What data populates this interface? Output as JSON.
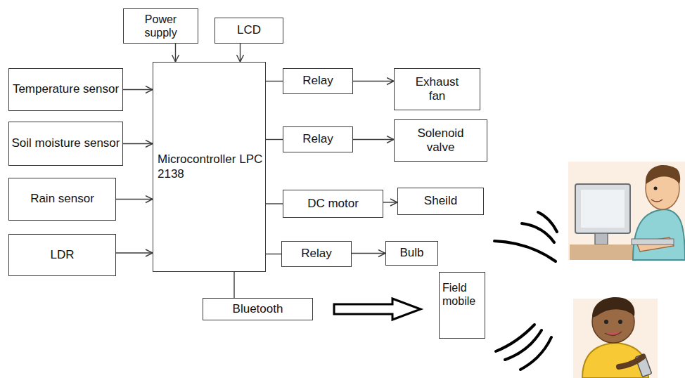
{
  "diagram": {
    "nodes": [
      {
        "text": [
          "Power supply"
        ]
      },
      {
        "text": [
          "LCD"
        ]
      },
      {
        "text": [
          "Temperature sensor"
        ]
      },
      {
        "text": [
          "Soil moisture sensor"
        ]
      },
      {
        "text": [
          "Rain sensor"
        ]
      },
      {
        "text": [
          "LDR"
        ]
      },
      {
        "text": [
          "Microcontroller LPC 2138"
        ]
      },
      {
        "text": [
          "Relay"
        ]
      },
      {
        "text": [
          "Exhaust fan"
        ]
      },
      {
        "text": [
          "Relay"
        ]
      },
      {
        "text": [
          "Solenoid valve"
        ]
      },
      {
        "text": [
          "DC motor"
        ]
      },
      {
        "text": [
          "Sheild"
        ]
      },
      {
        "text": [
          "Relay"
        ]
      },
      {
        "text": [
          "Bulb"
        ]
      },
      {
        "text": [
          "Bluetooth"
        ]
      },
      {
        "text": [
          "Field mobile"
        ]
      }
    ],
    "edges": [
      {
        "from": 0,
        "to": 6,
        "arrow": "to"
      },
      {
        "from": 1,
        "to": 6,
        "arrow": "to"
      },
      {
        "from": 2,
        "to": 6,
        "arrow": "to"
      },
      {
        "from": 3,
        "to": 6,
        "arrow": "to"
      },
      {
        "from": 4,
        "to": 6,
        "arrow": "to"
      },
      {
        "from": 5,
        "to": 6,
        "arrow": "to"
      },
      {
        "from": 6,
        "to": 7,
        "arrow": "none"
      },
      {
        "from": 7,
        "to": 8,
        "arrow": "to"
      },
      {
        "from": 6,
        "to": 9,
        "arrow": "none"
      },
      {
        "from": 9,
        "to": 10,
        "arrow": "to"
      },
      {
        "from": 6,
        "to": 11,
        "arrow": "none"
      },
      {
        "from": 11,
        "to": 12,
        "arrow": "to"
      },
      {
        "from": 6,
        "to": 13,
        "arrow": "none"
      },
      {
        "from": 13,
        "to": 14,
        "arrow": "to"
      },
      {
        "from": 6,
        "to": 15,
        "arrow": "none"
      },
      {
        "from": 15,
        "to": 16,
        "arrow": "to"
      }
    ]
  }
}
